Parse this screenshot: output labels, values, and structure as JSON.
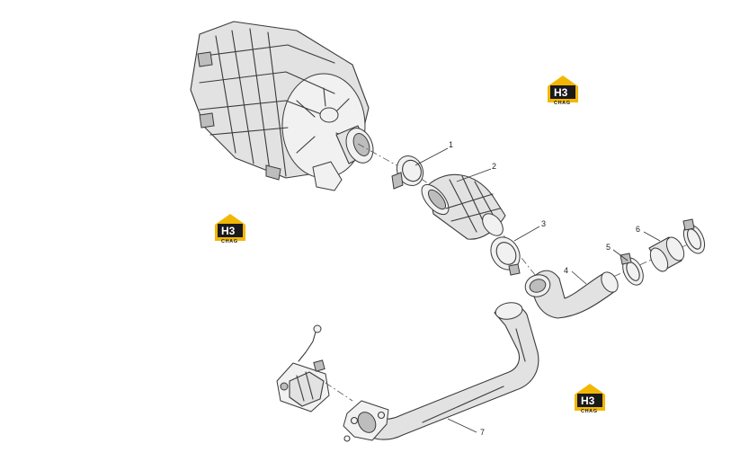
{
  "callouts": [
    "1",
    "2",
    "3",
    "4",
    "5",
    "6",
    "7"
  ],
  "watermark": {
    "mark": "H3",
    "word": "CHAG",
    "color_roof": "#f2b705",
    "color_body": "#1a1a1a"
  }
}
